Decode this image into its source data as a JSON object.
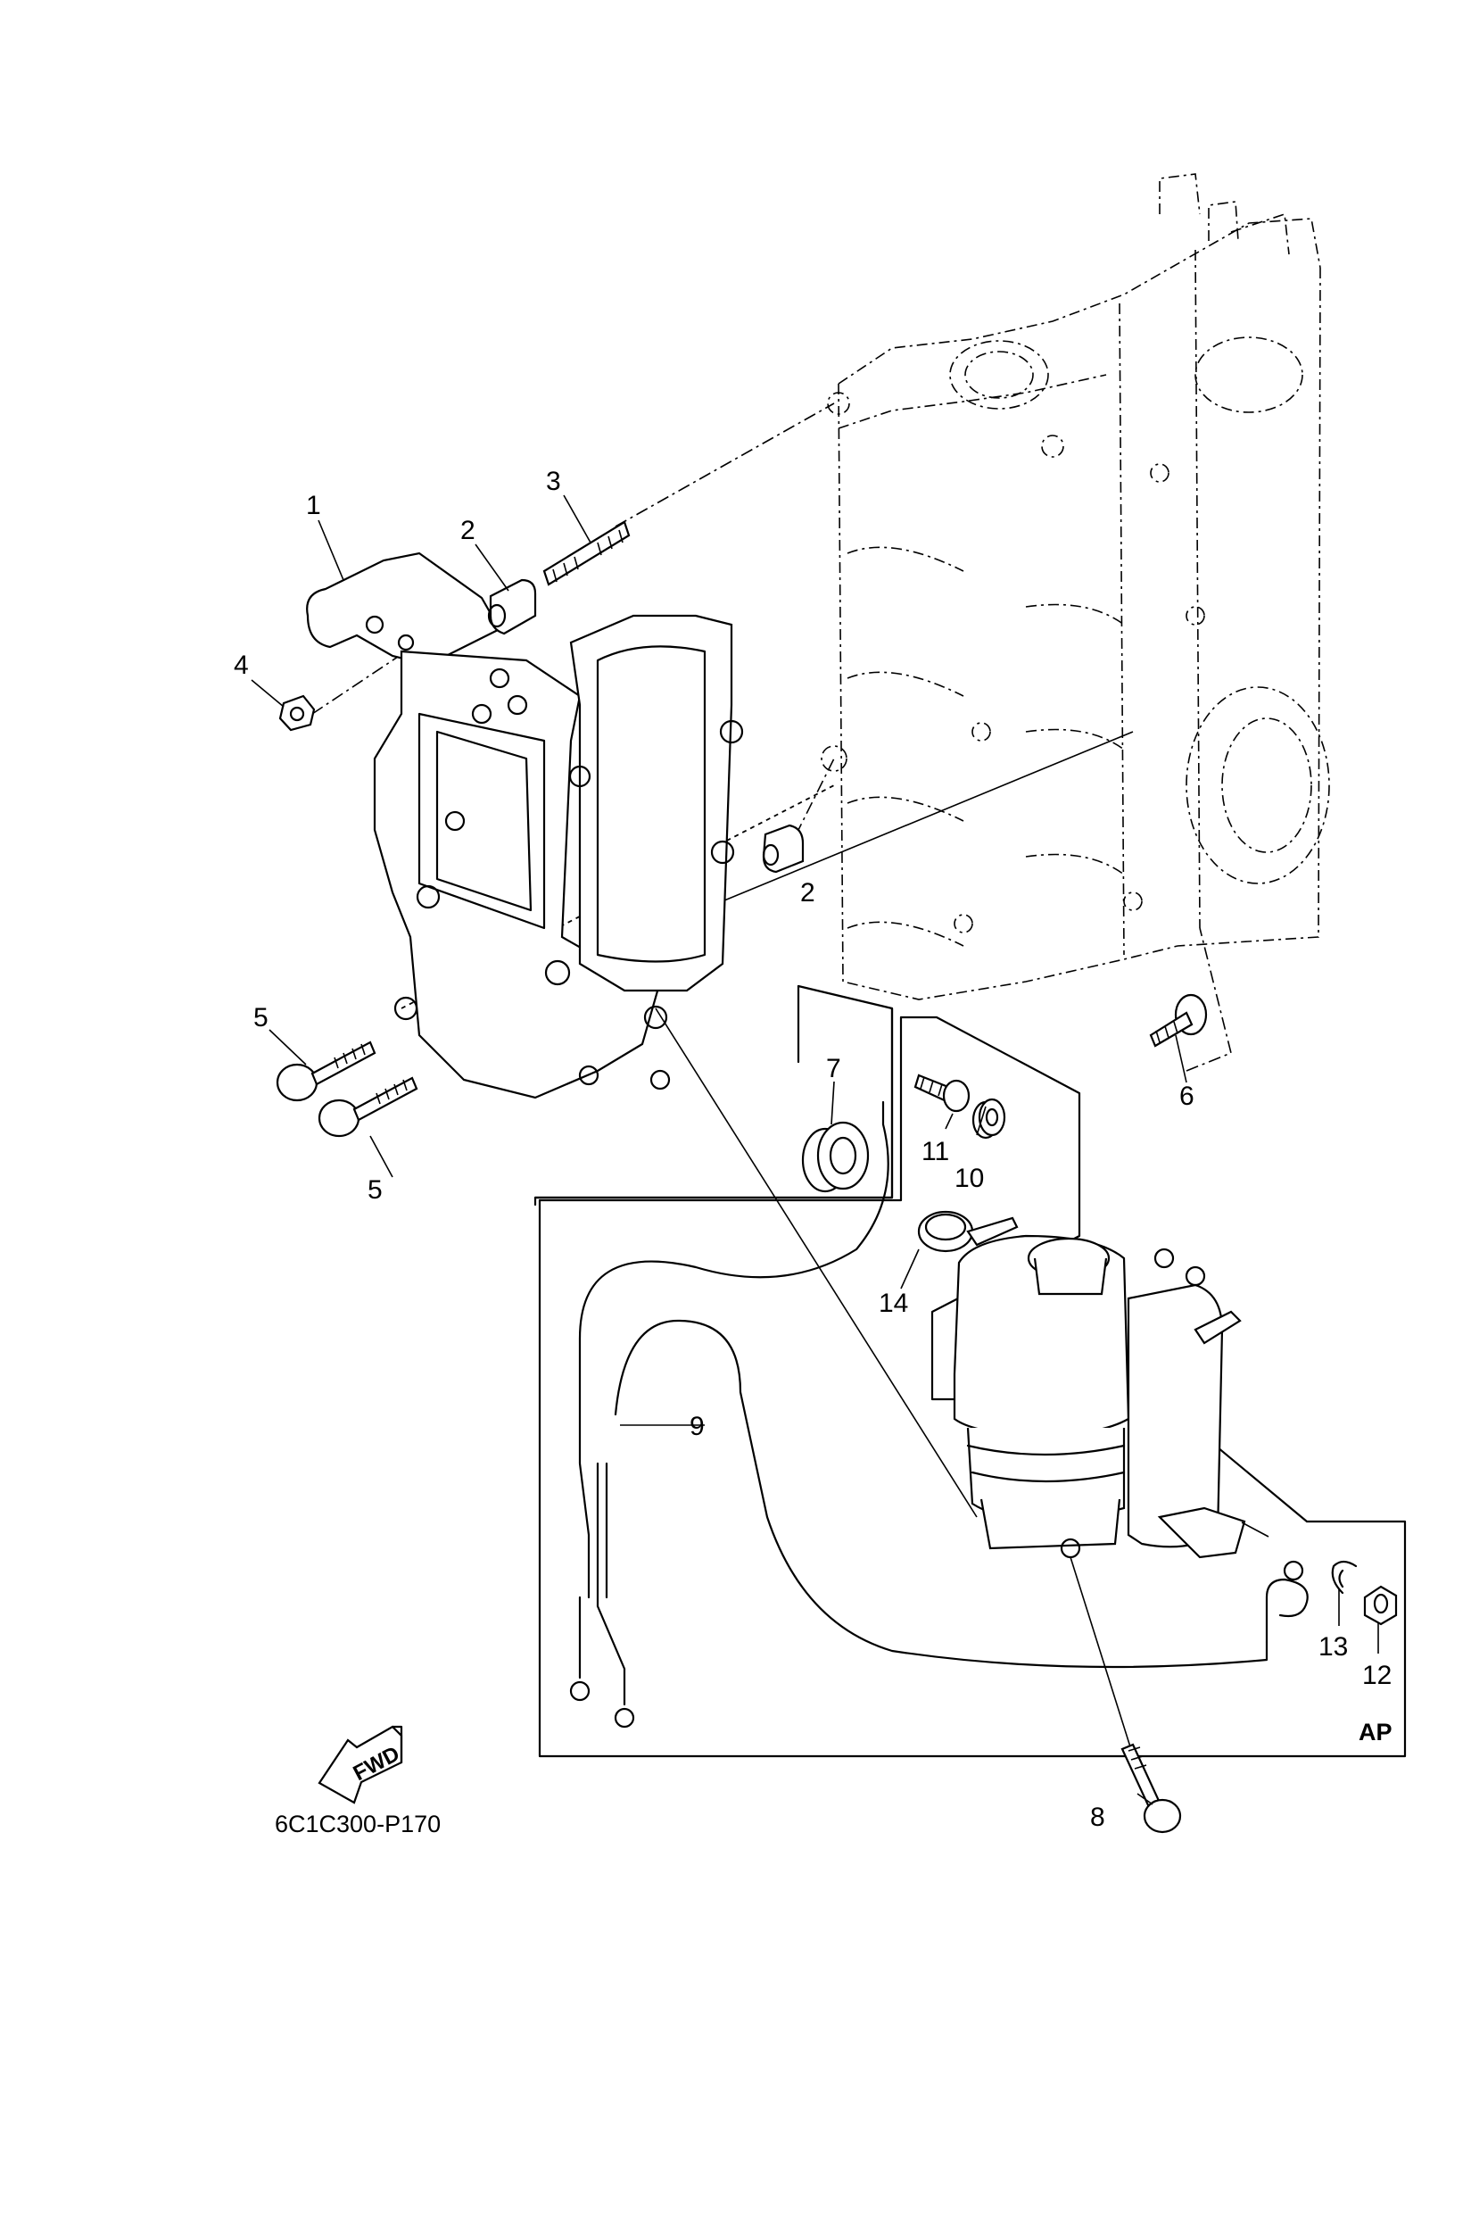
{
  "diagram": {
    "type": "exploded-parts-diagram",
    "subject": "Outboard engine electrical bracket / starter motor assembly",
    "drawing_code": "6C1C300-P170",
    "direction_marker": "FWD",
    "variant_marker": "AP",
    "callouts": [
      {
        "id": "c1",
        "label": "1",
        "part": "bracket"
      },
      {
        "id": "c2a",
        "label": "2",
        "part": "collar"
      },
      {
        "id": "c2b",
        "label": "2",
        "part": "collar"
      },
      {
        "id": "c3",
        "label": "3",
        "part": "stud bolt"
      },
      {
        "id": "c4",
        "label": "4",
        "part": "nut"
      },
      {
        "id": "c5a",
        "label": "5",
        "part": "flange bolt"
      },
      {
        "id": "c5b",
        "label": "5",
        "part": "flange bolt"
      },
      {
        "id": "c6",
        "label": "6",
        "part": "flange bolt"
      },
      {
        "id": "c7",
        "label": "7",
        "part": "grommet"
      },
      {
        "id": "c8",
        "label": "8",
        "part": "flange bolt"
      },
      {
        "id": "c9",
        "label": "9",
        "part": "wire harness"
      },
      {
        "id": "c10",
        "label": "10",
        "part": "grommet"
      },
      {
        "id": "c11",
        "label": "11",
        "part": "bolt"
      },
      {
        "id": "c12",
        "label": "12",
        "part": "nut"
      },
      {
        "id": "c13",
        "label": "13",
        "part": "washer"
      },
      {
        "id": "c14",
        "label": "14",
        "part": "clamp"
      }
    ]
  }
}
